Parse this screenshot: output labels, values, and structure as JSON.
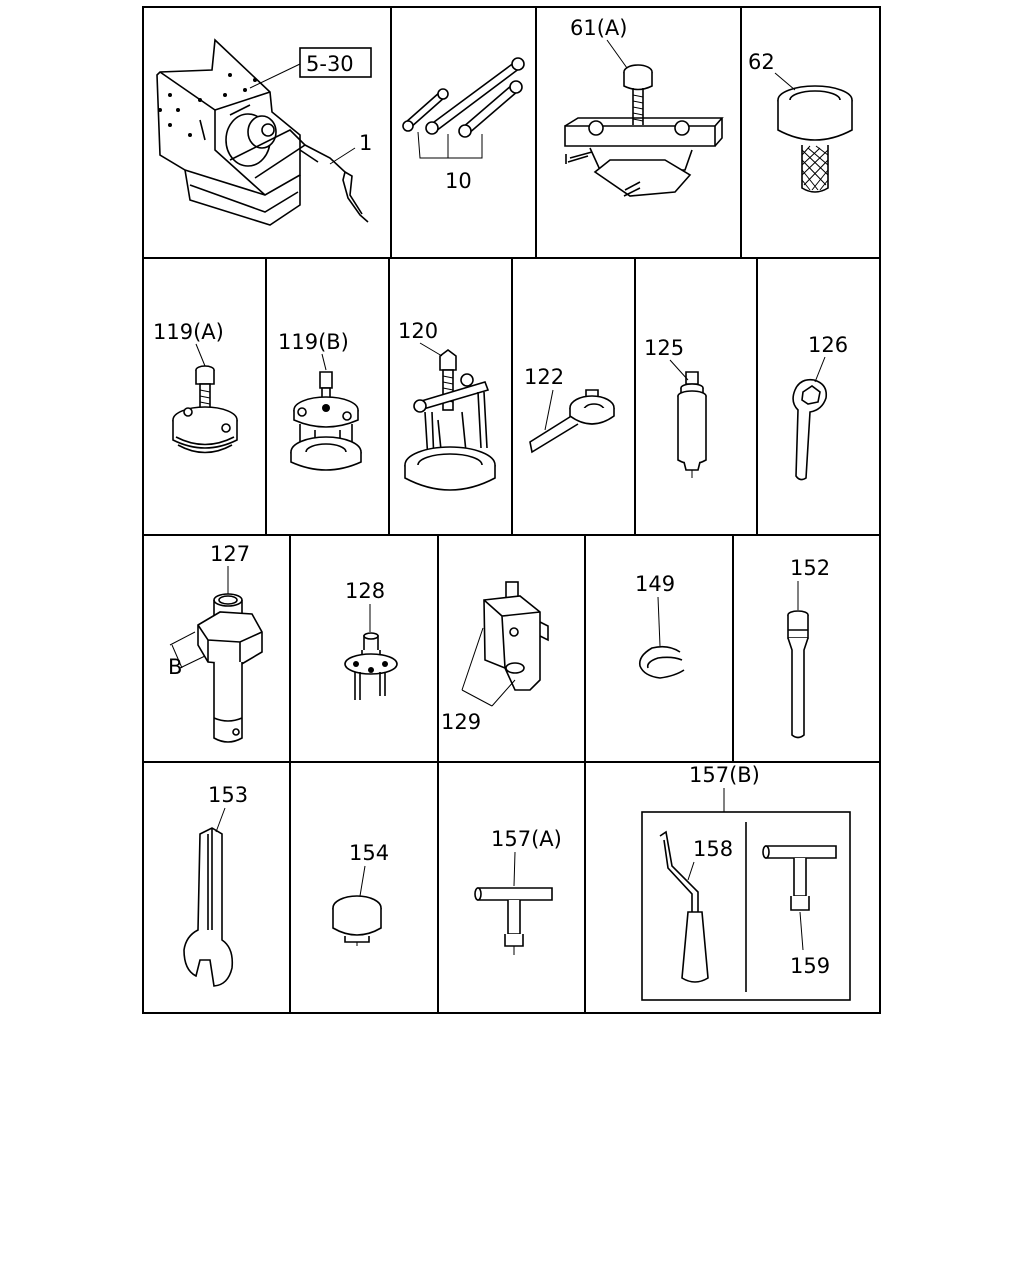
{
  "labels": {
    "ref_5_30": "5-30",
    "p1": "1",
    "p10": "10",
    "p61a": "61(A)",
    "p62": "62",
    "p119a": "119(A)",
    "p119b": "119(B)",
    "p120": "120",
    "p122": "122",
    "p125": "125",
    "p126": "126",
    "p127": "127",
    "dim_b": "B",
    "p128": "128",
    "p129": "129",
    "p149": "149",
    "p152": "152",
    "p153": "153",
    "p154": "154",
    "p157a": "157(A)",
    "p157b": "157(B)",
    "p158": "158",
    "p159": "159"
  },
  "colors": {
    "line": "#000000",
    "background": "#ffffff"
  }
}
